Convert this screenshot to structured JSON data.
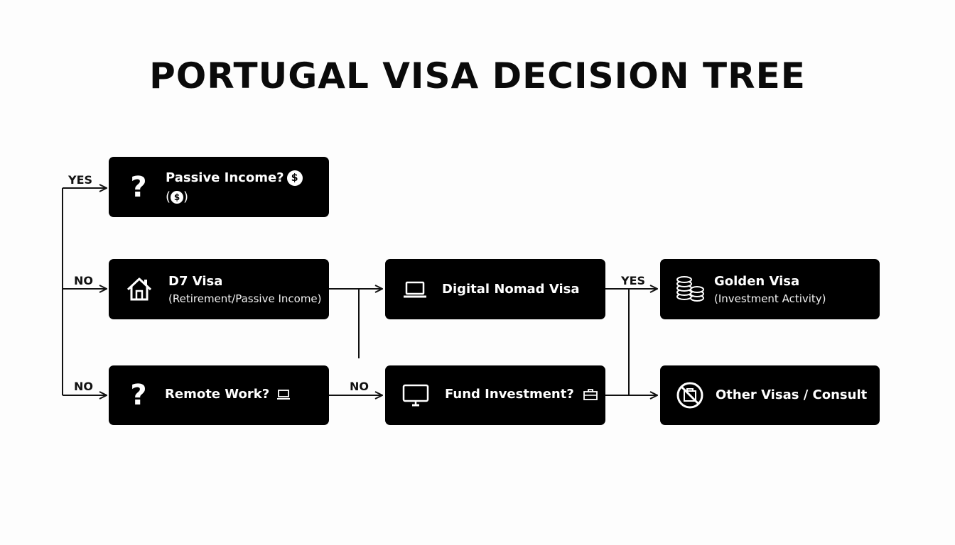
{
  "title": "PORTUGAL VISA DECISION TREE",
  "nodes": {
    "passive_income": {
      "label": "Passive Income?",
      "sub_open": "(",
      "sub_close": ")",
      "icon": "question-icon",
      "badge_icon": "dollar-coin-icon"
    },
    "d7_visa": {
      "label": "D7 Visa",
      "sub": "(Retirement/Passive Income)",
      "icon": "house-icon"
    },
    "remote_work": {
      "label": "Remote Work?",
      "icon": "question-icon",
      "badge_icon": "laptop-icon"
    },
    "digital_nomad": {
      "label": "Digital Nomad Visa",
      "icon": "laptop-icon"
    },
    "fund_investment": {
      "label": "Fund Investment?",
      "icon": "monitor-icon",
      "badge_icon": "briefcase-icon"
    },
    "golden_visa": {
      "label": "Golden Visa",
      "sub": "(Investment Activity)",
      "icon": "coin-stack-icon"
    },
    "other_visas": {
      "label": "Other Visas / Consult",
      "icon": "prohibited-icon"
    }
  },
  "edge_labels": {
    "yes_top": "YES",
    "no_middle": "NO",
    "no_bottom": "NO",
    "no_remote": "NO",
    "yes_right": "YES"
  },
  "question_mark": "?",
  "dollar_symbol": "$",
  "colors": {
    "background": "#fdfdfd",
    "node_fill": "#000000",
    "node_text": "#ffffff",
    "line": "#111111"
  }
}
